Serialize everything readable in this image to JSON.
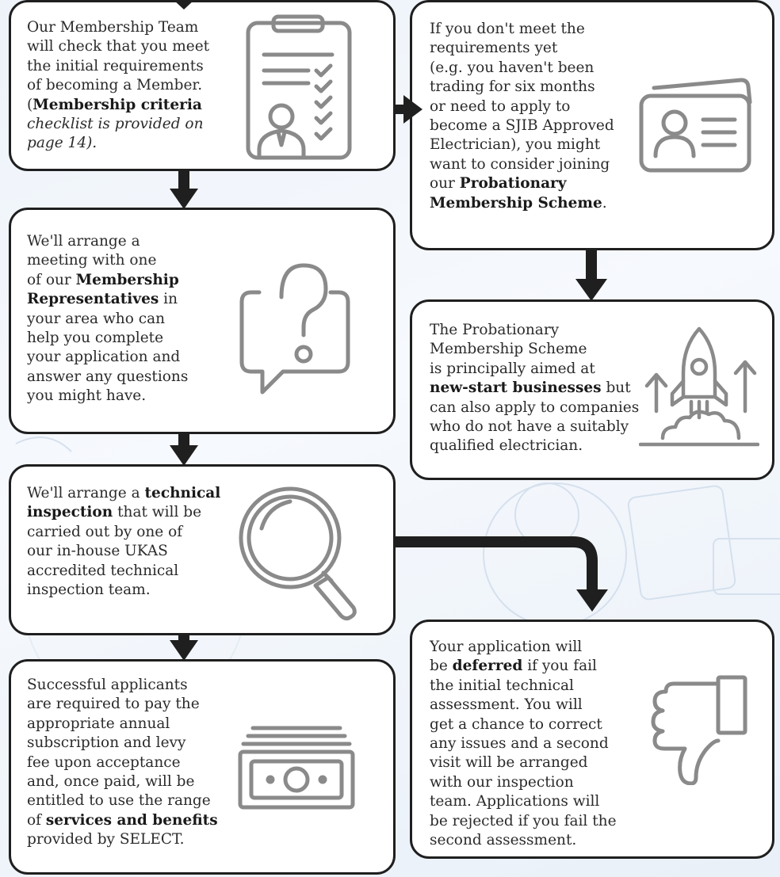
{
  "steps": {
    "check": {
      "line1": "Our Membership Team",
      "line2": "will check that you meet",
      "line3": "the initial requirements",
      "line4": "of becoming a Member.",
      "open_paren": "(",
      "bold": "Membership criteria",
      "italic1": "checklist is provided on",
      "italic2": "page 14).",
      "icon": "checklist-icon"
    },
    "meeting": {
      "l1": "We'll arrange a",
      "l2": "meeting with one",
      "l3_pre": "of our ",
      "l3_bold": "Membership",
      "l4_bold": "Representatives",
      "l4_post": " in",
      "l5": "your area who can",
      "l6": "help you complete",
      "l7": "your application and",
      "l8": "answer any questions",
      "l9": "you might have.",
      "icon": "question-bubble-icon"
    },
    "inspection": {
      "l1_pre": "We'll arrange a ",
      "l1_bold": "technical",
      "l2_bold": "inspection",
      "l2_post": " that will be",
      "l3": "carried out by one of",
      "l4": "our in-house UKAS",
      "l5": "accredited technical",
      "l6": "inspection team.",
      "icon": "magnifier-icon"
    },
    "success": {
      "l1": "Successful applicants",
      "l2": "are required to pay the",
      "l3": "appropriate annual",
      "l4": "subscription and levy",
      "l5": "fee upon acceptance",
      "l6": "and, once paid, will be",
      "l7": "entitled to use the range",
      "l8_pre": "of ",
      "l8_bold": "services and benefits",
      "l9": "provided by SELECT.",
      "icon": "banknotes-icon"
    },
    "requirements": {
      "l1": "If you don't meet the",
      "l2": "requirements yet",
      "l3": "(e.g. you haven't been",
      "l4": "trading for six months",
      "l5": "or need to apply to",
      "l6": "become a SJIB Approved",
      "l7": "Electrician), you might",
      "l8": "want to consider joining",
      "l9_pre": "our ",
      "l9_bold": "Probationary",
      "l10_bold": "Membership Scheme",
      "l10_post": ".",
      "icon": "id-card-icon"
    },
    "probation": {
      "l1": "The Probationary",
      "l2": "Membership Scheme",
      "l3": "is principally aimed at",
      "l4_bold": "new-start businesses",
      "l4_post": " but",
      "l5": "can also apply to companies",
      "l6": "who do not have a suitably",
      "l7": "qualified electrician.",
      "icon": "rocket-launch-icon"
    },
    "deferred": {
      "l1": "Your application will",
      "l2_pre": "be ",
      "l2_bold": "deferred",
      "l2_post": " if you fail",
      "l3": "the initial technical",
      "l4": "assessment. You will",
      "l5": "get a chance to correct",
      "l6": "any issues and a second",
      "l7": "visit will be arranged",
      "l8": "with our inspection",
      "l9": "team. Applications will",
      "l10": "be rejected if you fail the",
      "l11": "second assessment.",
      "icon": "thumbs-down-icon"
    }
  },
  "colors": {
    "stroke": "#1f1f1f",
    "icon": "#8a8a8a",
    "background": "#eef3fa"
  }
}
